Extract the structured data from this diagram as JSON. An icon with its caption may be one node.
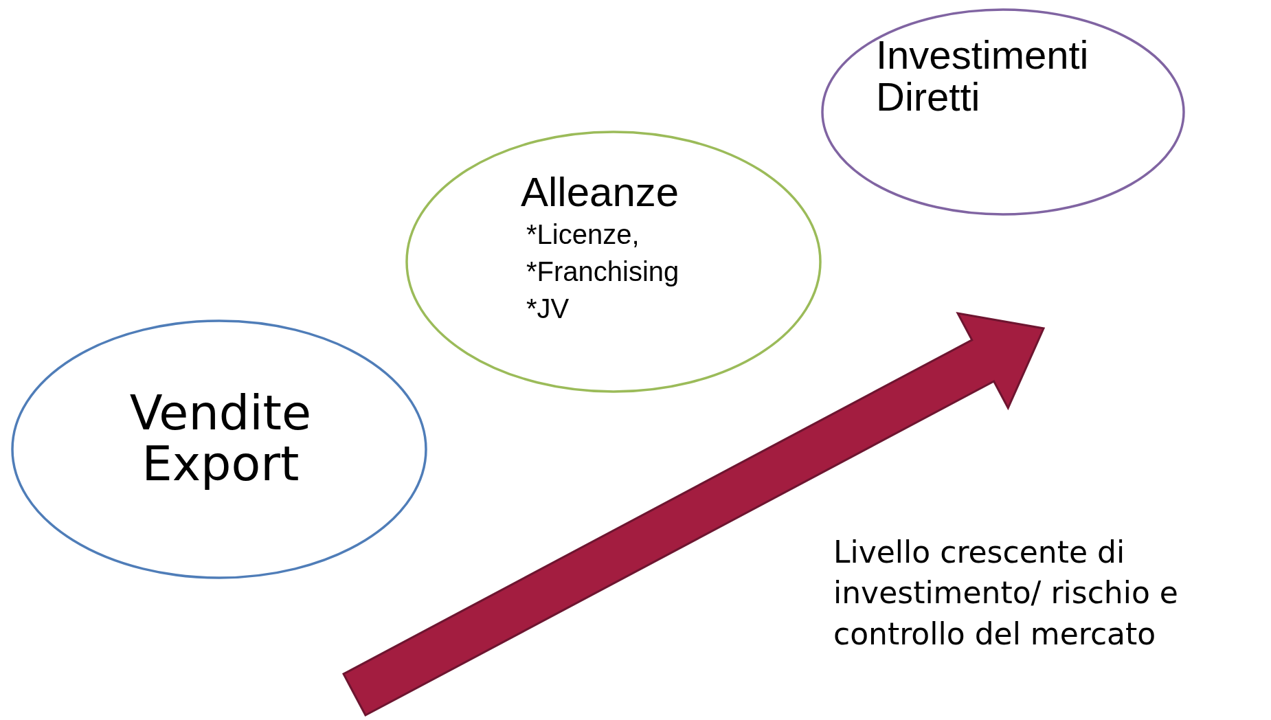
{
  "diagram": {
    "nodes": [
      {
        "text": [
          "Vendite Export"
        ]
      },
      {
        "text": [
          "Alleanze",
          "*Licenze,",
          "*Franchising",
          "*JV"
        ]
      },
      {
        "text": [
          "Investimenti Diretti"
        ]
      }
    ],
    "labels": [
      "Livello crescente di investimento/ rischio e controllo del mercato"
    ]
  }
}
